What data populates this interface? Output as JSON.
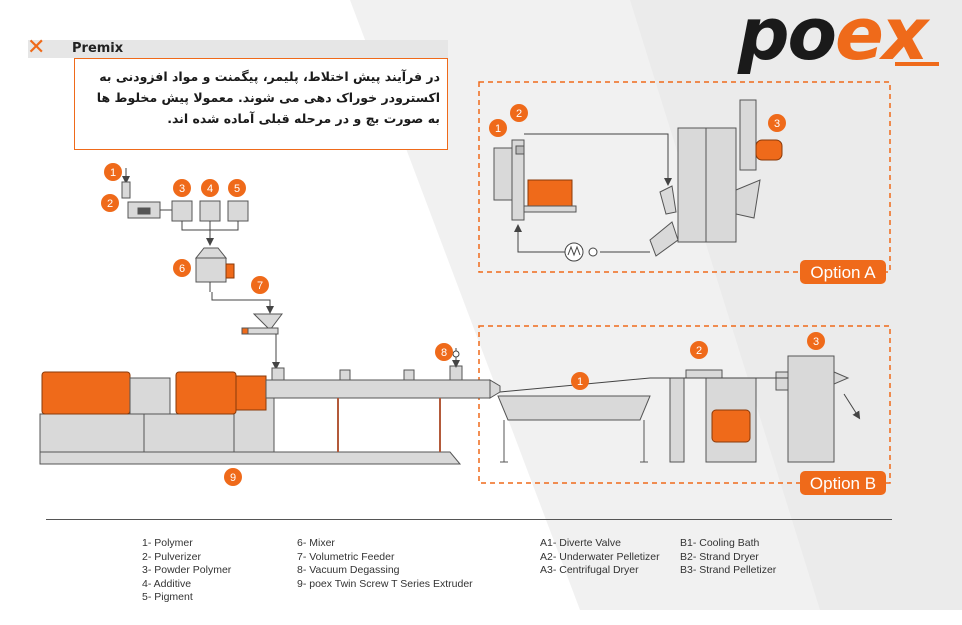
{
  "brand": {
    "logo_main": "po",
    "logo_accent": "ex"
  },
  "premix": {
    "title": "Premix",
    "text": "در فرآیند پیش اختلاط، پلیمر، پیگمنت و مواد افزودنی به اکسترودر خوراک دهی می شوند. معمولا پیش مخلوط ها به صورت بچ و در مرحله قبلی آماده شده اند."
  },
  "colors": {
    "accent": "#ef6a1a",
    "machine": "#d9d9d9",
    "motor": "#ef6a1a",
    "line": "#444444",
    "support": "#b35a3a"
  },
  "markers": {
    "premix": [
      "1",
      "2",
      "3",
      "4",
      "5",
      "6",
      "7"
    ],
    "extruder": [
      "8",
      "9"
    ],
    "option_a": [
      "1",
      "2",
      "3"
    ],
    "option_b": [
      "1",
      "2",
      "3"
    ]
  },
  "options": {
    "a_label": "Option A",
    "b_label": "Option B"
  },
  "legend": {
    "col1": [
      "1- Polymer",
      "2- Pulverizer",
      "3- Powder Polymer",
      "4- Additive",
      "5- Pigment"
    ],
    "col2": [
      "6- Mixer",
      "7- Volumetric Feeder",
      "8- Vacuum Degassing",
      "9- poex Twin Screw T Series Extruder"
    ],
    "col3": [
      "A1- Diverte Valve",
      "A2- Underwater Pelletizer",
      "A3- Centrifugal Dryer"
    ],
    "col4": [
      "B1- Cooling Bath",
      "B2- Strand Dryer",
      "B3- Strand Pelletizer"
    ]
  }
}
